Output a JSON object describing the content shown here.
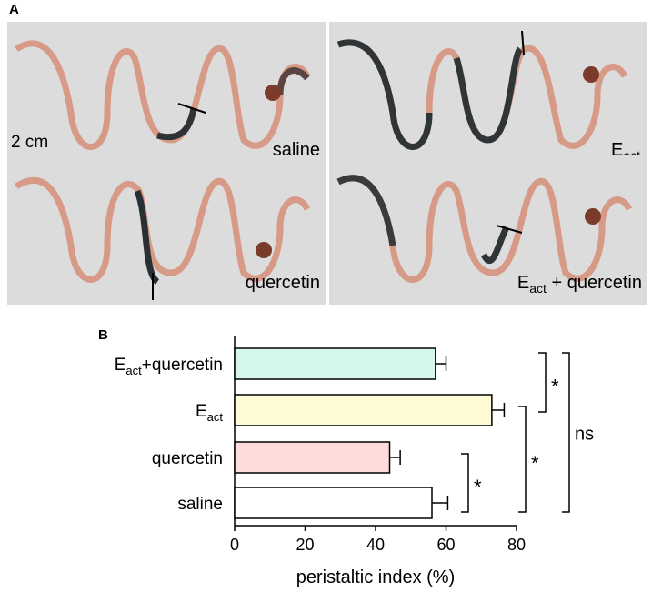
{
  "panel_a": {
    "letter": "A",
    "scale_bar_label": "2 cm",
    "photos": [
      {
        "label_main": "saline",
        "label_sub": "",
        "label_rest": ""
      },
      {
        "label_main": "E",
        "label_sub": "act",
        "label_rest": ""
      },
      {
        "label_main": "quercetin",
        "label_sub": "",
        "label_rest": ""
      },
      {
        "label_main": "E",
        "label_sub": "act",
        "label_rest": " + quercetin"
      }
    ]
  },
  "panel_b": {
    "letter": "B"
  },
  "chart_data": {
    "type": "bar",
    "orientation": "horizontal",
    "categories": [
      {
        "main": "E",
        "sub": "act",
        "rest": "+quercetin",
        "fill": "#d4f7e9"
      },
      {
        "main": "E",
        "sub": "act",
        "rest": "",
        "fill": "#fffbd6"
      },
      {
        "main": "quercetin",
        "sub": "",
        "rest": "",
        "fill": "#ffdcdc"
      },
      {
        "main": "saline",
        "sub": "",
        "rest": "",
        "fill": "#ffffff"
      }
    ],
    "values": [
      57,
      73,
      44,
      56
    ],
    "errors": [
      3,
      3.5,
      3,
      4.5
    ],
    "xlabel": "peristaltic index (%)",
    "xlim": [
      0,
      80
    ],
    "xticks": [
      0,
      20,
      40,
      60,
      80
    ],
    "significance": [
      {
        "from": 2,
        "to": 3,
        "label": "*"
      },
      {
        "from": 0,
        "to": 1,
        "label": "*"
      },
      {
        "from": 1,
        "to": 3,
        "label": "*"
      },
      {
        "from": 0,
        "to": 3,
        "label": "ns"
      }
    ]
  }
}
